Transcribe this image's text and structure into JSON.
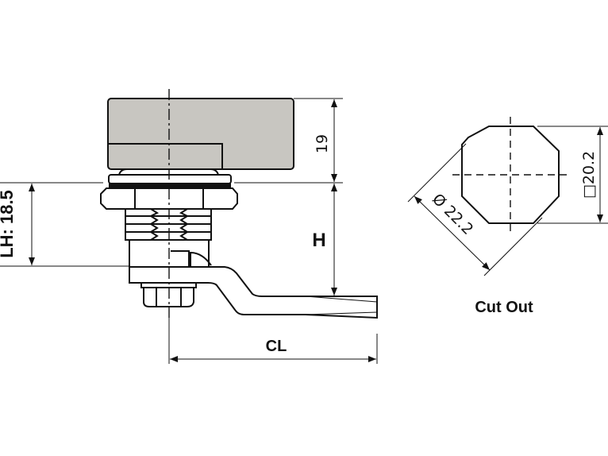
{
  "side_view": {
    "dim_handle_height": "19",
    "dim_h": "H",
    "dim_lh": "LH: 18.5",
    "dim_cl": "CL"
  },
  "cutout": {
    "title": "Cut Out",
    "dim_square": "□20.2",
    "dim_diameter": "Ø 22.2"
  },
  "colors": {
    "handle": "#c8c6c1",
    "line": "#111111"
  }
}
